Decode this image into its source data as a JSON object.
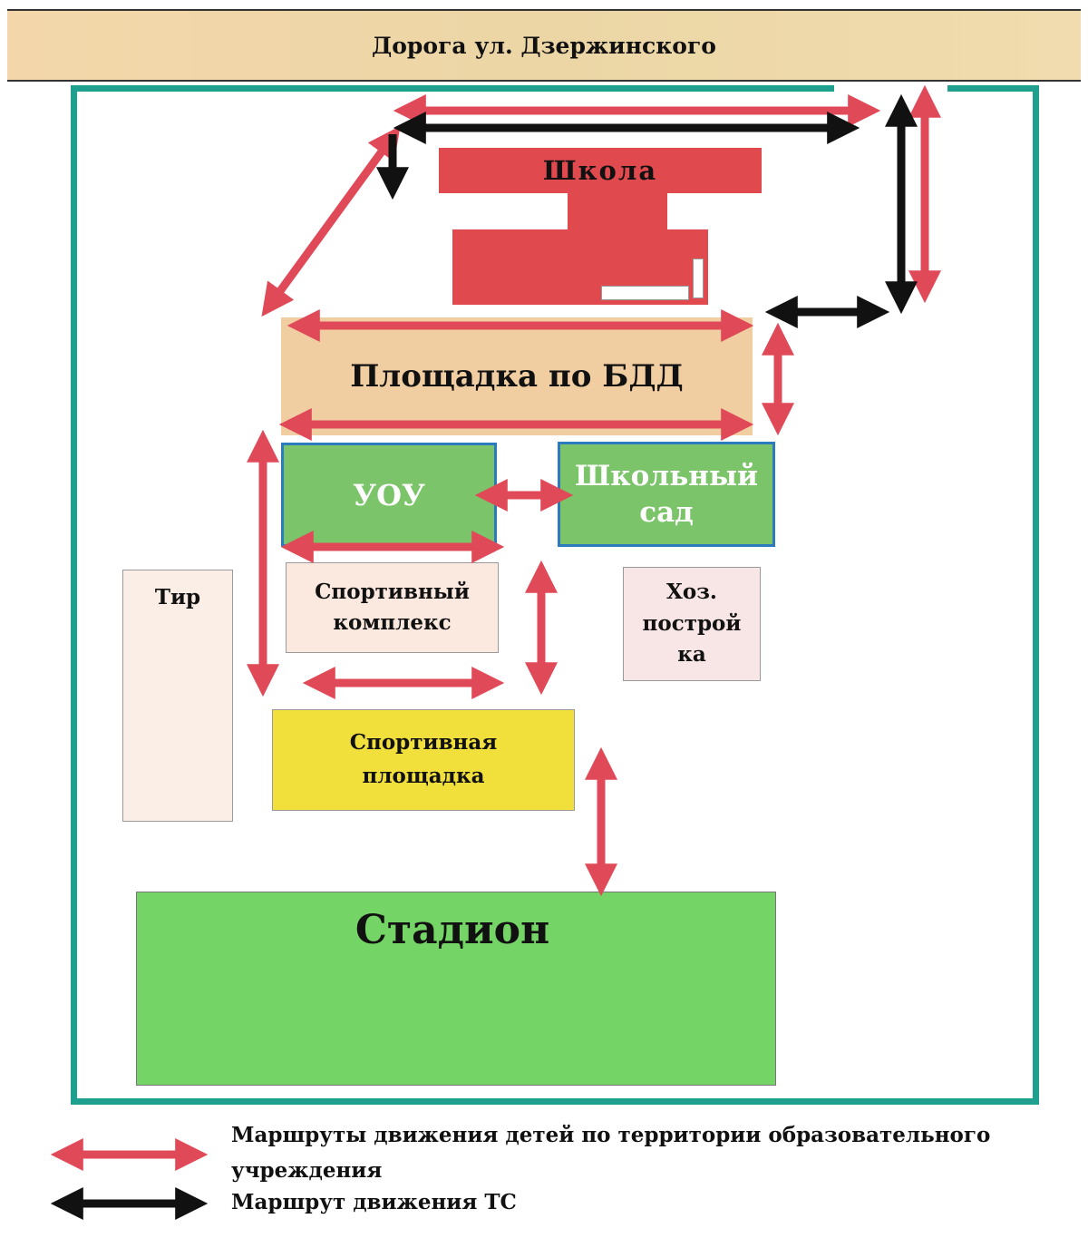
{
  "road": {
    "label": "Дорога ул. Дзержинского"
  },
  "blocks": {
    "school": "Школа",
    "bdd_area": "Площадка по БДД",
    "uou": "УОУ",
    "school_garden": [
      "Школьный",
      "сад"
    ],
    "sport_complex": [
      "Спортивный",
      "комплекс"
    ],
    "utility_building": [
      "Хоз.",
      "построй",
      "ка"
    ],
    "shooting_range": "Тир",
    "sports_ground": [
      "Спортивная",
      "площадка"
    ],
    "stadium": "Стадион"
  },
  "legend": {
    "children_routes": [
      "Маршруты  движения детей по территории образовательного",
      "учреждения"
    ],
    "vehicle_route": "Маршрут движения ТС"
  },
  "colors": {
    "children_route_arrow": "#e04a58",
    "vehicle_route_arrow": "#111111",
    "territory_boundary": "#1f9f8d",
    "school": "#e04a4f",
    "bdd_area": "#f1cda2",
    "green_blocks": "#7cc46a",
    "sports_ground": "#f1df3c",
    "stadium": "#75d466"
  }
}
